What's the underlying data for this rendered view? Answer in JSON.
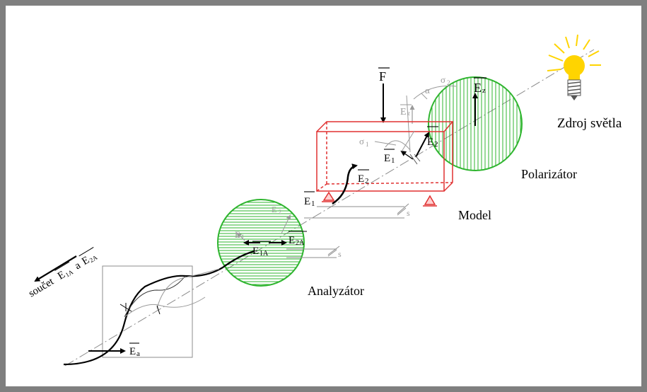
{
  "colors": {
    "frame": "#7f7f7f",
    "model": "#e03131",
    "filter": "#2fb52f",
    "bulb": "#ffd400",
    "ink": "#000000",
    "faint": "#9a9a9a"
  },
  "labels": {
    "source": "Zdroj světla",
    "polarizer": "Polarizátor",
    "model": "Model",
    "analyzer": "Analyzátor",
    "force": "F",
    "alpha": "α",
    "s_top": "s",
    "s_bottom": "s",
    "sum_prefix": "součet",
    "sum_joiner": "a"
  },
  "vectors": {
    "E": "E",
    "sub_z": "z",
    "sub_1": "1",
    "sub_2": "2",
    "sub_1A": "1A",
    "sub_2A": "2A",
    "sub_a": "a",
    "sigma": "σ",
    "sigma_sub_1": "1",
    "sigma_sub_2": "2"
  }
}
